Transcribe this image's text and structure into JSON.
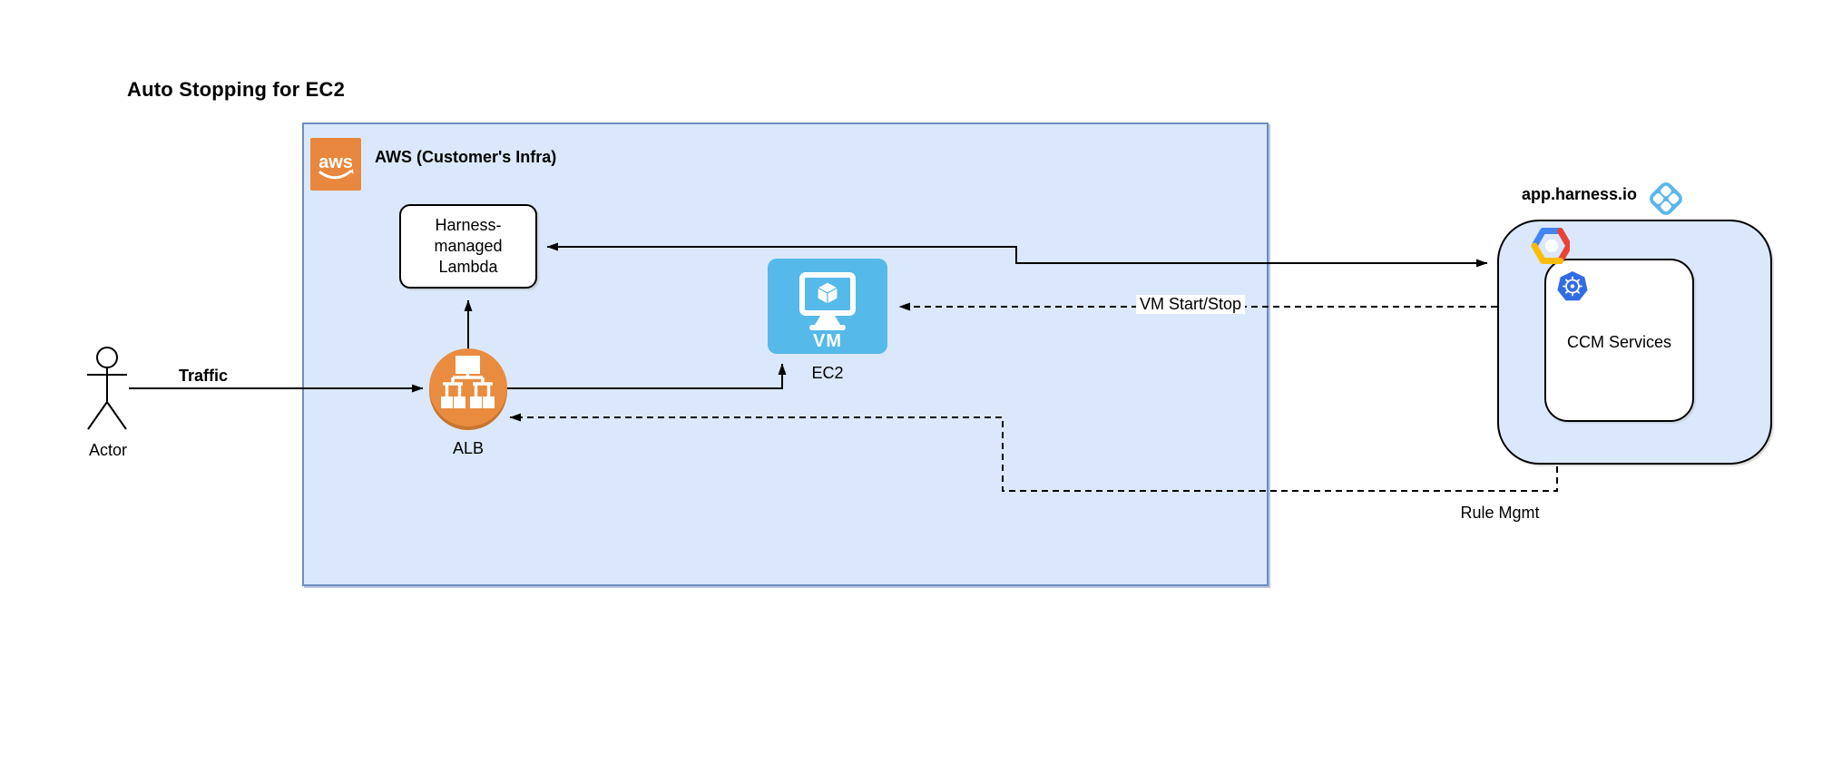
{
  "title": "Auto Stopping for EC2",
  "colors": {
    "container_fill": "#dbe8fb",
    "container_border": "#6c8ebf",
    "aws_orange": "#e8873d",
    "alb_orange": "#e98c3f",
    "alb_orange_dark": "#c8742f",
    "vm_blue": "#55b9e9",
    "harness_blue": "#59b7e9",
    "k8s_blue": "#326ce5",
    "gcp_blue": "#4285f4",
    "gcp_red": "#ea4335",
    "gcp_yellow": "#fbbc05",
    "line": "#000000"
  },
  "aws_group": {
    "label": "AWS (Customer's Infra)",
    "logo_text": "aws"
  },
  "harness_group": {
    "label": "app.harness.io"
  },
  "nodes": {
    "lambda": {
      "line1": "Harness-managed",
      "line2": "Lambda"
    },
    "alb": {
      "label": "ALB"
    },
    "ec2": {
      "label": "EC2",
      "vm_text": "VM"
    },
    "actor": {
      "label": "Actor"
    },
    "ccm": {
      "label": "CCM Services"
    }
  },
  "edges": {
    "traffic": {
      "label": "Traffic",
      "style": "solid"
    },
    "alb_to_lambda": {
      "style": "solid"
    },
    "alb_to_ec2": {
      "style": "solid"
    },
    "lambda_ccm": {
      "style": "solid",
      "bidirectional": true
    },
    "vm_start_stop": {
      "label": "VM Start/Stop",
      "style": "dashed"
    },
    "rule_mgmt": {
      "label": "Rule Mgmt",
      "style": "dashed"
    }
  }
}
